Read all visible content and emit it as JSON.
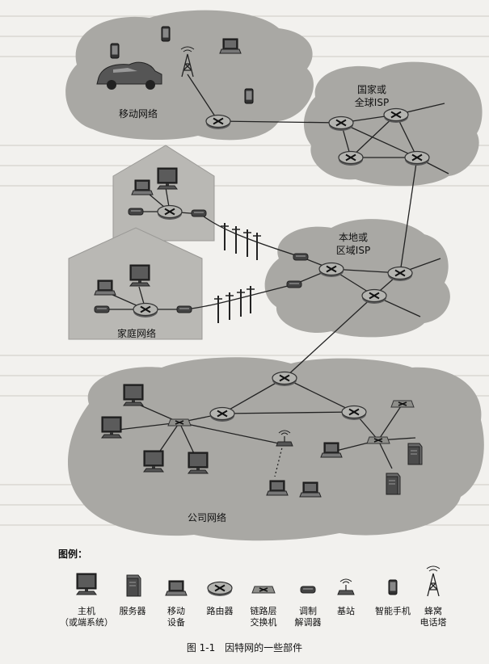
{
  "networks": {
    "mobile": "移动网络",
    "global_isp_line1": "国家或",
    "global_isp_line2": "全球ISP",
    "regional_isp_line1": "本地或",
    "regional_isp_line2": "区域ISP",
    "home": "家庭网络",
    "enterprise": "公司网络"
  },
  "legend": {
    "title": "图例：",
    "items": [
      {
        "icon": "host-icon",
        "line1": "主机",
        "line2": "（或端系统）"
      },
      {
        "icon": "server-icon",
        "line1": "服务器",
        "line2": ""
      },
      {
        "icon": "mobile-device-icon",
        "line1": "移动",
        "line2": "设备"
      },
      {
        "icon": "router-icon",
        "line1": "路由器",
        "line2": ""
      },
      {
        "icon": "switch-icon",
        "line1": "链路层",
        "line2": "交换机"
      },
      {
        "icon": "modem-icon",
        "line1": "调制",
        "line2": "解调器"
      },
      {
        "icon": "base-station-icon",
        "line1": "基站",
        "line2": ""
      },
      {
        "icon": "smartphone-icon",
        "line1": "智能手机",
        "line2": ""
      },
      {
        "icon": "cell-tower-icon",
        "line1": "蜂窝",
        "line2": "电话塔"
      }
    ]
  },
  "caption": {
    "number": "图 1-1",
    "text": "因特网的一些部件"
  },
  "colors": {
    "cloud": "#a9a8a4",
    "house": "#b9b8b4",
    "router": "#b4b4b0",
    "background": "#f2f1ee"
  }
}
